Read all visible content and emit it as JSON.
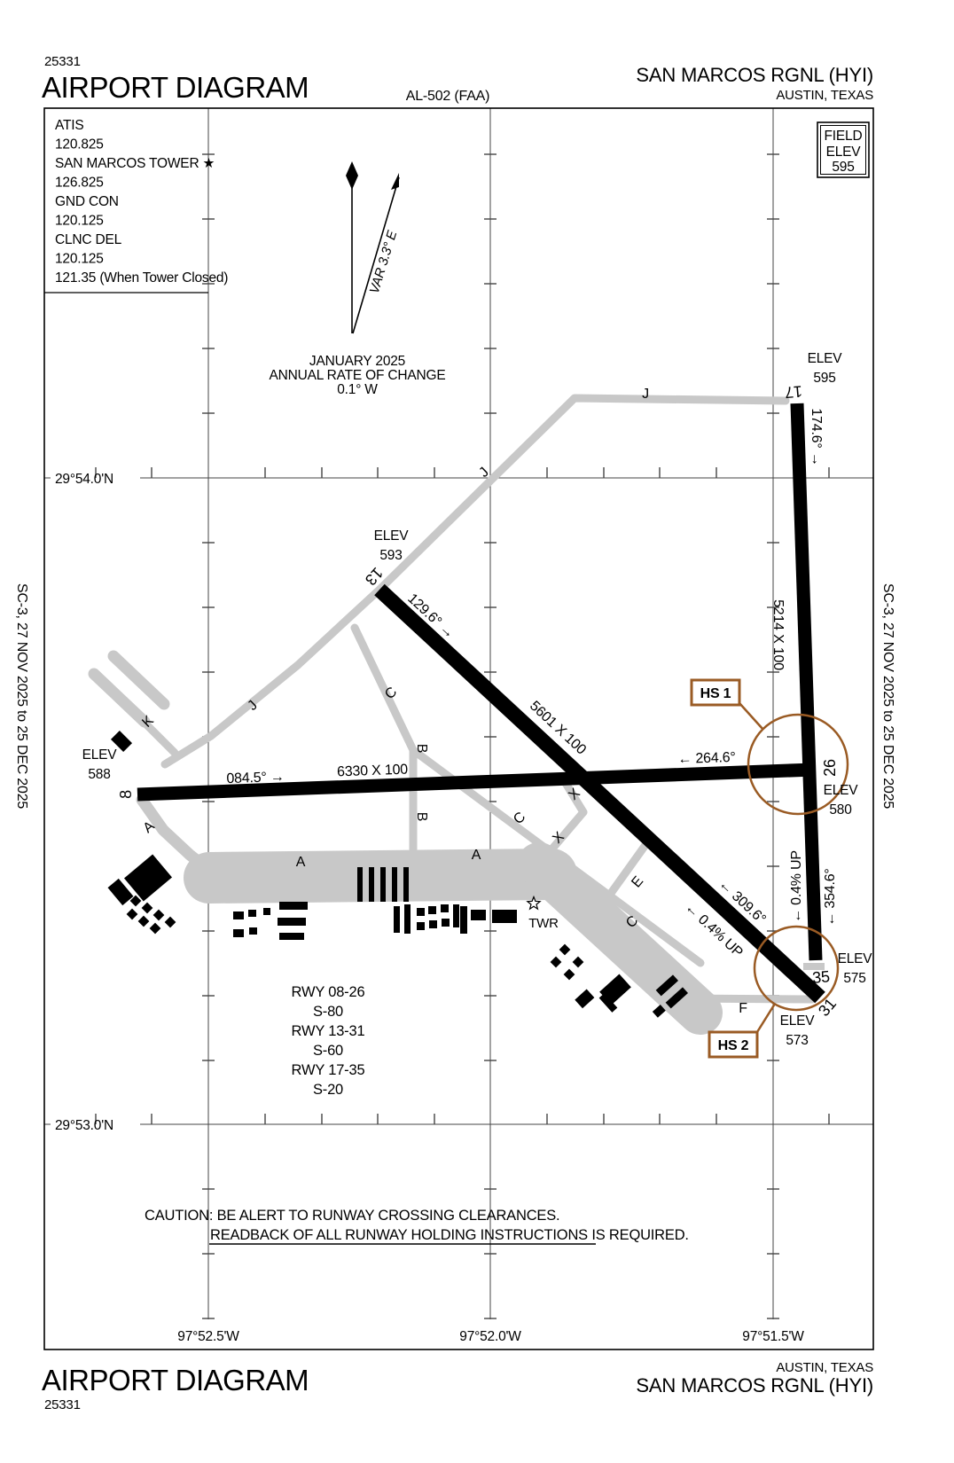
{
  "header": {
    "chart_code": "25331",
    "title": "AIRPORT DIAGRAM",
    "al_number": "AL-502 (FAA)",
    "airport_name": "SAN MARCOS RGNL (HYI)",
    "city": "AUSTIN, TEXAS"
  },
  "footer": {
    "chart_code": "25331",
    "title": "AIRPORT DIAGRAM",
    "airport_name": "SAN MARCOS RGNL (HYI)",
    "city": "AUSTIN, TEXAS"
  },
  "side_note": "SC-3,  27 NOV 2025  to  25 DEC 2025",
  "comms": {
    "lines": [
      "ATIS",
      "120.825",
      "SAN MARCOS TOWER ★",
      "126.825",
      "GND CON",
      "120.125",
      "CLNC DEL",
      "120.125",
      "121.35 (When Tower Closed)"
    ]
  },
  "field_elev": {
    "label1": "FIELD",
    "label2": "ELEV",
    "value": "595"
  },
  "compass": {
    "var_label": "VAR 3.3° E",
    "date": "JANUARY 2025",
    "rate_line1": "ANNUAL RATE OF CHANGE",
    "rate_line2": "0.1° W"
  },
  "graticule": {
    "lat": [
      "29°54.0'N",
      "29°53.0'N"
    ],
    "lon": [
      "97°52.5'W",
      "97°52.0'W",
      "97°51.5'W"
    ]
  },
  "runways": {
    "r1735": {
      "end17": "17",
      "end35": "35",
      "dim": "5214 X 100",
      "hdg17": "174.6° →",
      "hdg35": "← 354.6°",
      "grad": "← 0.4% UP",
      "elev17": {
        "l": "ELEV",
        "v": "595"
      },
      "elev35": {
        "l": "ELEV",
        "v": "575"
      }
    },
    "r0826": {
      "end08": "8",
      "end26": "26",
      "dim": "6330 X 100",
      "hdg08": "084.5° →",
      "hdg26": "← 264.6°",
      "elev08": {
        "l": "ELEV",
        "v": "588"
      },
      "elev26": {
        "l": "ELEV",
        "v": "580"
      }
    },
    "r1331": {
      "end13": "13",
      "end31": "31",
      "dim": "5601 X 100",
      "hdg13": "129.6° →",
      "hdg31": "← 309.6°",
      "grad": "← 0.4% UP",
      "elev13": {
        "l": "ELEV",
        "v": "593"
      },
      "elev31": {
        "l": "ELEV",
        "v": "573"
      }
    }
  },
  "taxiways": {
    "j1": "J",
    "j2": "J",
    "j3": "J",
    "k": "K",
    "a1": "A",
    "a2": "A",
    "a3": "A",
    "b1": "B",
    "b2": "B",
    "c1": "C",
    "c2": "C",
    "c3": "C",
    "e": "E",
    "f": "F",
    "x1": "X",
    "x2": "X"
  },
  "tower": {
    "label": "TWR"
  },
  "hotspots": {
    "hs1": "HS 1",
    "hs2": "HS 2",
    "color": "#9a5b24"
  },
  "rwy_data_block": {
    "lines": [
      "RWY 08-26",
      "S-80",
      "RWY 13-31",
      "S-60",
      "RWY 17-35",
      "S-20"
    ]
  },
  "caution": {
    "line1": "CAUTION: BE ALERT TO RUNWAY CROSSING CLEARANCES.",
    "line2": "READBACK OF ALL RUNWAY HOLDING INSTRUCTIONS IS REQUIRED."
  },
  "colors": {
    "taxiway_gray": "#c8c8c8",
    "ink": "#000000"
  }
}
